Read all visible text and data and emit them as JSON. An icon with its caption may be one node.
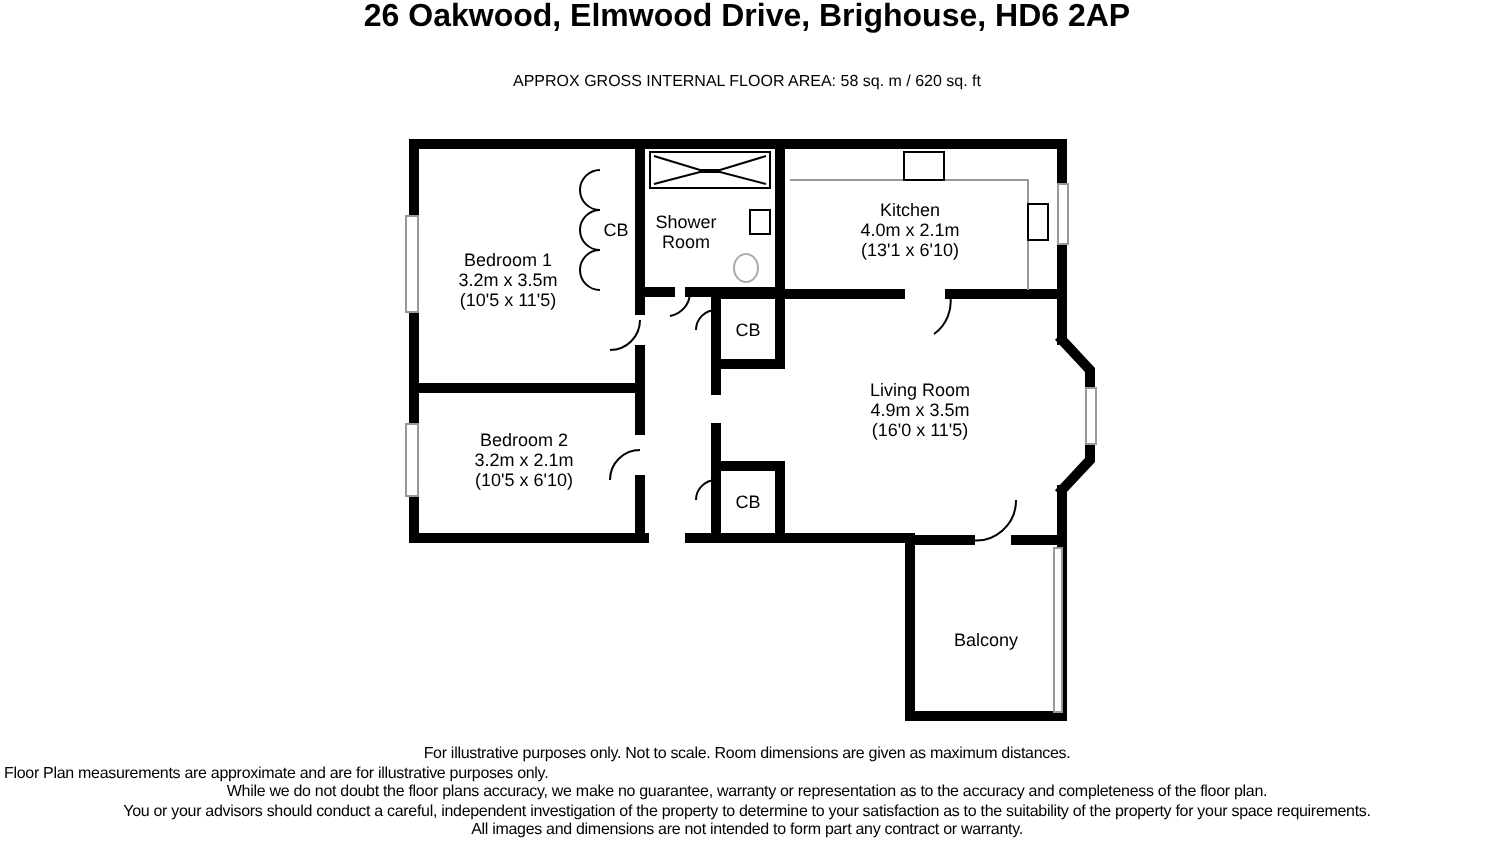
{
  "diagram": {
    "title": "26 Oakwood, Elmwood Drive, Brighouse, HD6 2AP",
    "nodes": [
      {
        "text": [
          "Bedroom 1",
          "3.2m x 3.5m",
          "(10'5 x 11'5)"
        ]
      },
      {
        "text": [
          "CB"
        ]
      },
      {
        "text": [
          "Shower Room"
        ]
      },
      {
        "text": [
          "Kitchen",
          "4.0m x 2.1m",
          "(13'1 x 6'10)"
        ]
      },
      {
        "text": [
          "CB"
        ]
      },
      {
        "text": [
          "Living Room",
          "4.9m x 3.5m",
          "(16'0 x 11'5)"
        ]
      },
      {
        "text": [
          "Bedroom 2",
          "3.2m x 2.1m",
          "(10'5 x 6'10)"
        ]
      },
      {
        "text": [
          "CB"
        ]
      },
      {
        "text": [
          "Balcony"
        ]
      }
    ],
    "edges": [],
    "labels": [
      "APPROX GROSS INTERNAL FLOOR AREA:  58 sq. m  / 620 sq. ft",
      "For illustrative purposes only.  Not to scale.  Room dimensions are given as maximum distances.",
      "Floor Plan measurements are approximate and are for illustrative purposes only.",
      "While we do not doubt the floor plans accuracy, we make no guarantee, warranty or representation as to the accuracy and completeness of the floor plan.",
      "You or your advisors should conduct a careful, independent investigation of the property to determine to your satisfaction as to the suitability of the property for your space requirements.",
      "All images and dimensions are not intended to form part any contract or warranty."
    ]
  }
}
